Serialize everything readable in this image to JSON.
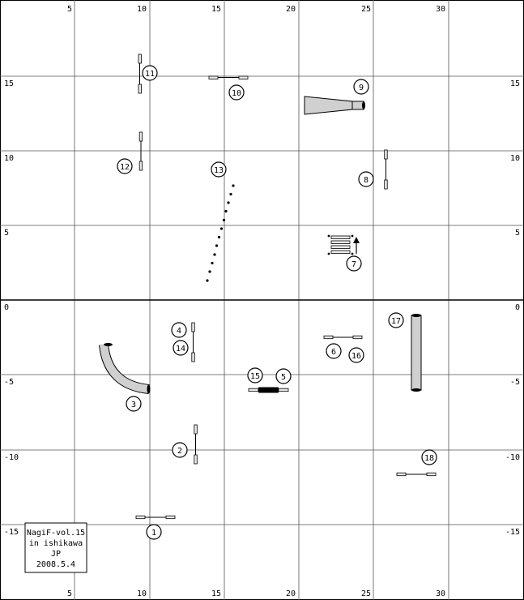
{
  "grid": {
    "x_labels": [
      "5",
      "10",
      "15",
      "20",
      "25",
      "30"
    ],
    "y_labels_top": [
      "15",
      "10",
      "5",
      "0"
    ],
    "y_labels_bottom": [
      "-5",
      "-10",
      "-15"
    ]
  },
  "info": {
    "line1": "NagiF-vol.15",
    "line2": "in ishikawa",
    "line3": "JP",
    "line4": "2008.5.4"
  },
  "obstacle_numbers": [
    "1",
    "2",
    "3",
    "4",
    "5",
    "6",
    "7",
    "8",
    "9",
    "10",
    "11",
    "12",
    "13",
    "14",
    "15",
    "16",
    "17",
    "18"
  ],
  "colors": {
    "line": "#000000",
    "tunnel_fill": "#d0d0d0",
    "bar_fill": "#e8e8e8",
    "background": "#ffffff"
  }
}
